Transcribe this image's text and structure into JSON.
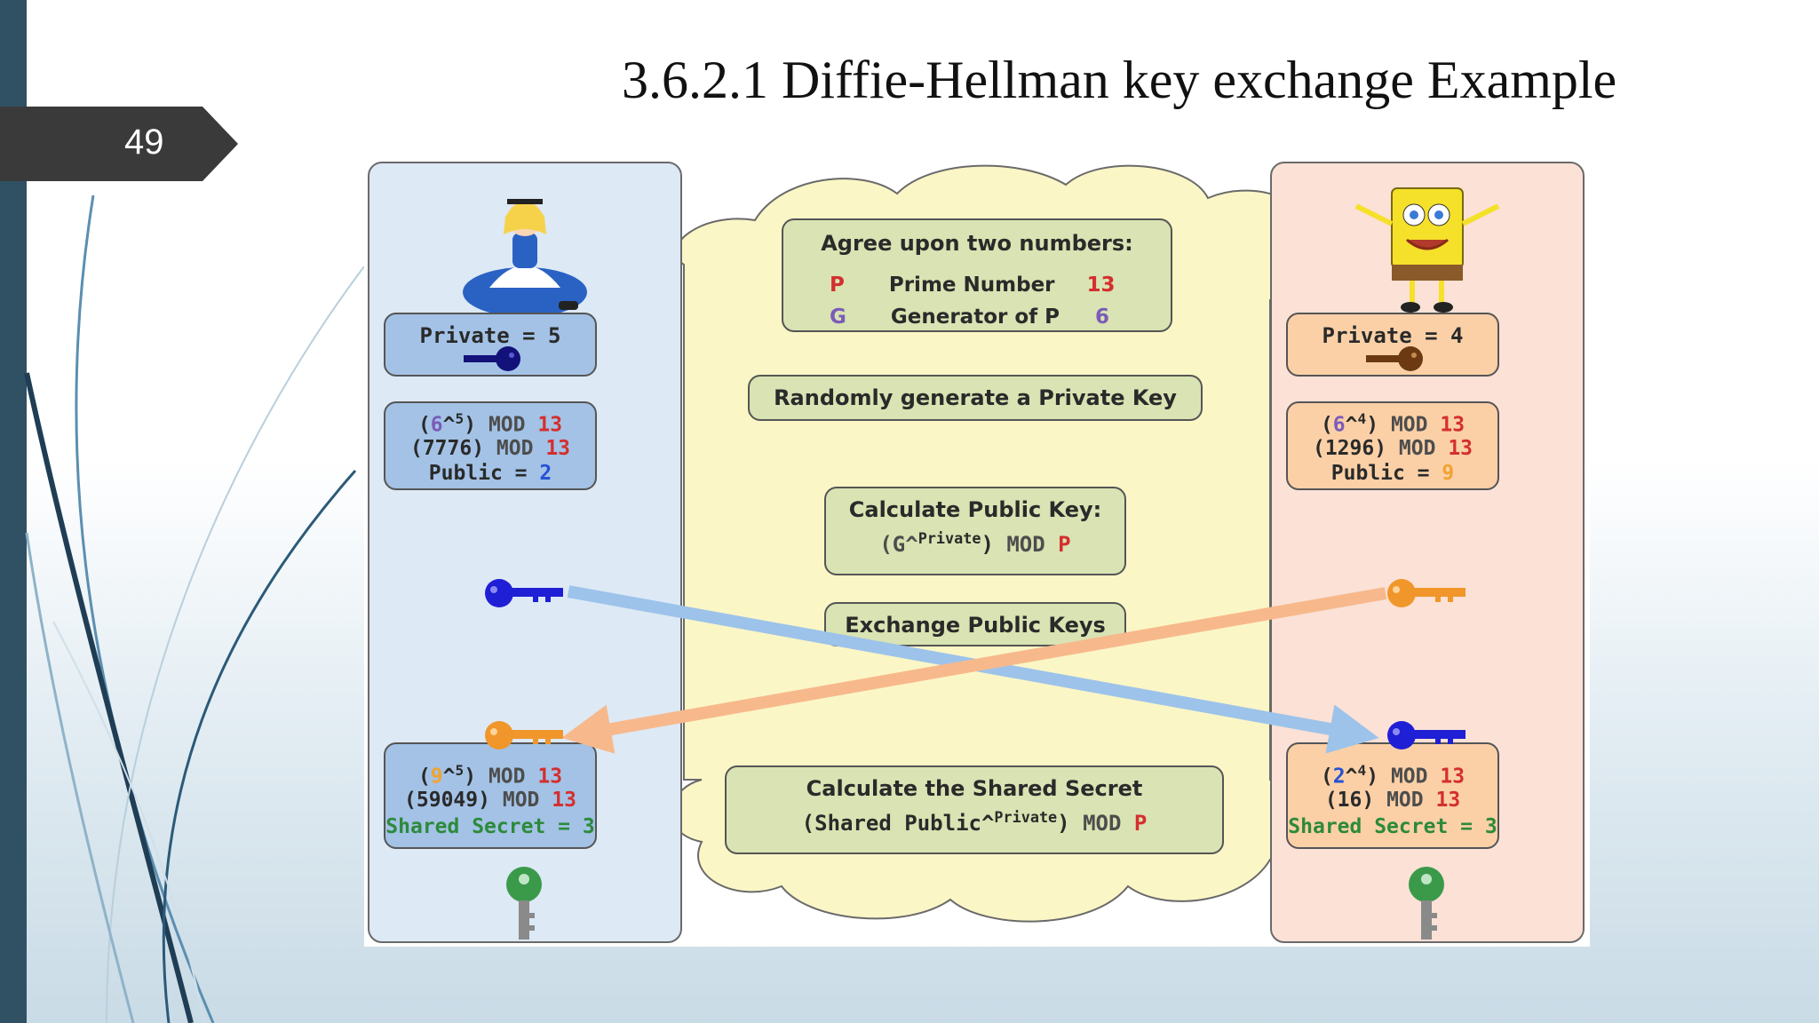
{
  "slide": {
    "page_number": "49",
    "title": "3.6.2.1 Diffie-Hellman key exchange Example"
  },
  "diagram": {
    "center": {
      "agree_title": "Agree upon two numbers:",
      "p_letter": "P",
      "p_label": "Prime Number",
      "p_value": "13",
      "g_letter": "G",
      "g_label": "Generator of P",
      "g_value": "6",
      "random_key": "Randomly generate a Private Key",
      "calc_public_title": "Calculate Public Key:",
      "calc_public_open": "(G^",
      "calc_public_exp": "Private",
      "calc_public_close": ")",
      "calc_public_mod": "MOD",
      "calc_public_p": "P",
      "exchange": "Exchange Public Keys",
      "shared_title": "Calculate the Shared Secret",
      "shared_open": "(Shared Public^",
      "shared_exp": "Private",
      "shared_close": ")",
      "shared_mod": "MOD",
      "shared_p": "P"
    },
    "alice": {
      "character": "alice-figure",
      "private_label": "Private = 5",
      "pub_open": "(",
      "pub_base": "6",
      "pub_caret": "^",
      "pub_exp": "5",
      "pub_close": ")",
      "pub_mod": "MOD",
      "pub_p": "13",
      "pub_line2": "(7776)",
      "pub_mod2": "MOD",
      "pub_p2": "13",
      "pub_result_label": "Public =",
      "pub_result": "2",
      "sec_open": "(",
      "sec_base": "9",
      "sec_caret": "^",
      "sec_exp": "5",
      "sec_close": ")",
      "sec_mod": "MOD",
      "sec_p": "13",
      "sec_line2": "(59049)",
      "sec_mod2": "MOD",
      "sec_p2": "13",
      "sec_result_label": "Shared Secret =",
      "sec_result": "3"
    },
    "bob": {
      "character": "spongebob-figure",
      "private_label": "Private = 4",
      "pub_open": "(",
      "pub_base": "6",
      "pub_caret": "^",
      "pub_exp": "4",
      "pub_close": ")",
      "pub_mod": "MOD",
      "pub_p": "13",
      "pub_line2": "(1296)",
      "pub_mod2": "MOD",
      "pub_p2": "13",
      "pub_result_label": "Public =",
      "pub_result": "9",
      "sec_open": "(",
      "sec_base": "2",
      "sec_caret": "^",
      "sec_exp": "4",
      "sec_close": ")",
      "sec_mod": "MOD",
      "sec_p": "13",
      "sec_line2": "(16)",
      "sec_mod2": "MOD",
      "sec_p2": "13",
      "sec_result_label": "Shared Secret =",
      "sec_result": "3"
    },
    "colors": {
      "alice_key": "#1f1fd6",
      "bob_key": "#f0962a",
      "shared_key": "#3a9a4a",
      "cloud": "#fbf6c6",
      "arrow_blue": "#9dc3ea",
      "arrow_orange": "#f7b98c"
    }
  }
}
